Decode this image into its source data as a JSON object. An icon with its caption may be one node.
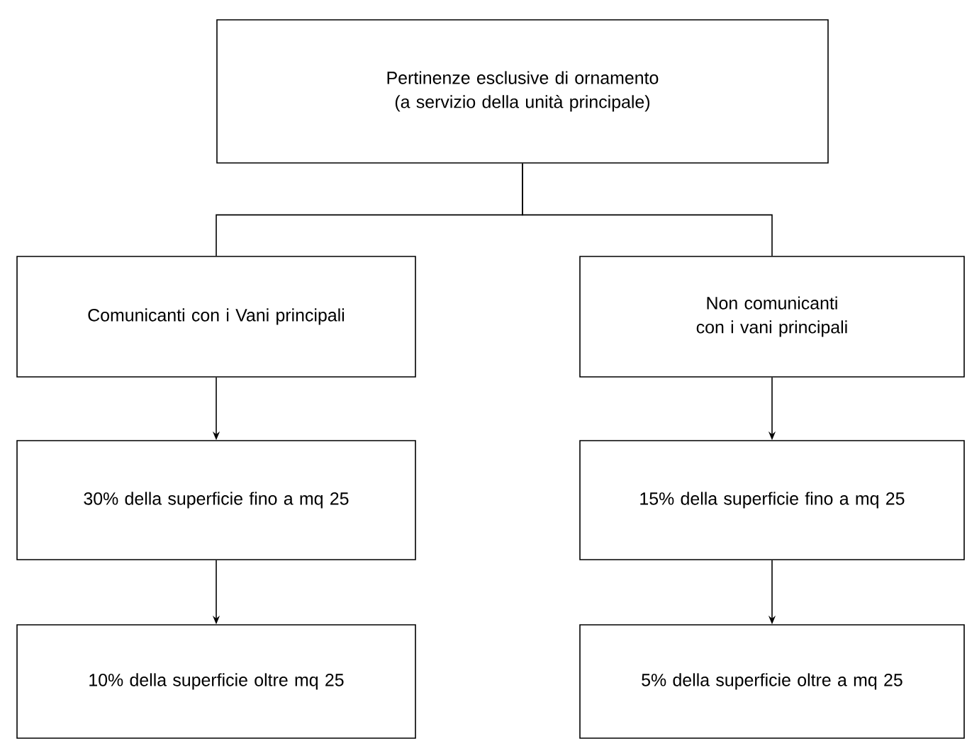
{
  "diagram": {
    "nodes": [
      {
        "text": [
          "Pertinenze esclusive di ornamento (a servizio della unità principale)"
        ]
      },
      {
        "text": [
          "Comunicanti con i Vani principali"
        ]
      },
      {
        "text": [
          "Non comunicanti con i vani principali"
        ]
      },
      {
        "text": [
          "30% della superficie fino a mq 25"
        ]
      },
      {
        "text": [
          "15% della superficie fino a mq 25"
        ]
      },
      {
        "text": [
          "10% della superficie oltre mq 25"
        ]
      },
      {
        "text": [
          "5% della superficie oltre a mq 25"
        ]
      }
    ],
    "edges": [
      {
        "from": 0,
        "to": 1,
        "arrow": "none"
      },
      {
        "from": 0,
        "to": 2,
        "arrow": "none"
      },
      {
        "from": 1,
        "to": 3,
        "arrow": "to"
      },
      {
        "from": 3,
        "to": 5,
        "arrow": "to"
      },
      {
        "from": 2,
        "to": 4,
        "arrow": "to"
      },
      {
        "from": 4,
        "to": 6,
        "arrow": "to"
      }
    ]
  }
}
